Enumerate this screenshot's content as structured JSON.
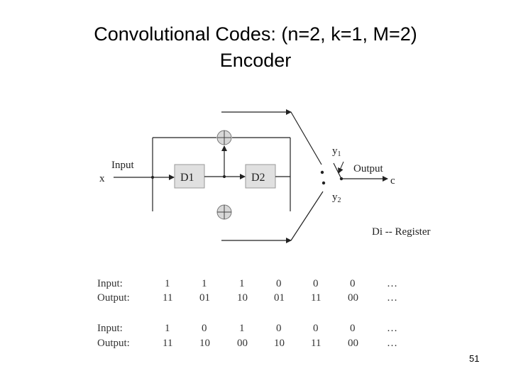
{
  "slide": {
    "title_line1": "Convolutional Codes: (n=2, k=1, M=2)",
    "title_line2": "Encoder",
    "slide_number": "51"
  },
  "diagram": {
    "input_label": "Input",
    "x_label": "x",
    "register1": "D1",
    "register2": "D2",
    "y1_base": "y",
    "y1_sub": "1",
    "y2_base": "y",
    "y2_sub": "2",
    "output_label": "Output",
    "c_label": "c",
    "legend": "Di -- Register"
  },
  "sequences": [
    {
      "input_label": "Input:",
      "output_label": "Output:",
      "inputs": [
        "1",
        "1",
        "1",
        "0",
        "0",
        "0",
        "…"
      ],
      "outputs": [
        "11",
        "01",
        "10",
        "01",
        "11",
        "00",
        "…"
      ]
    },
    {
      "input_label": "Input:",
      "output_label": "Output:",
      "inputs": [
        "1",
        "0",
        "1",
        "0",
        "0",
        "0",
        "…"
      ],
      "outputs": [
        "11",
        "10",
        "00",
        "10",
        "11",
        "00",
        "…"
      ]
    }
  ]
}
